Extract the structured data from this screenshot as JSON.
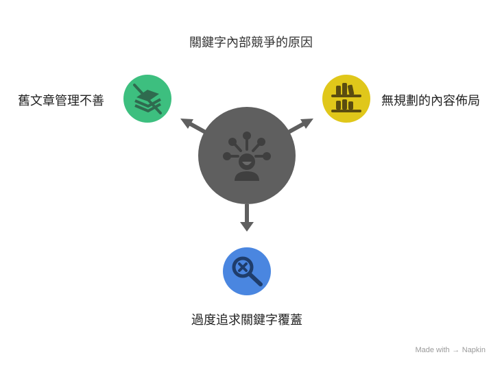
{
  "title": "關鍵字內部競爭的原因",
  "causes": {
    "left": "舊文章管理不善",
    "right": "無規劃的內容佈局",
    "bottom": "過度追求關鍵字覆蓋"
  },
  "footer": {
    "made_with": "Made with",
    "brand": "Napkin"
  },
  "icons": {
    "hub": "people-network-icon",
    "left": "books-crossed-out-icon",
    "right": "bookshelf-icon",
    "bottom": "magnifier-x-icon"
  },
  "colors": {
    "hub": "#5f5f5f",
    "left": "#3dbf7f",
    "right": "#e0c71a",
    "bottom": "#4a86e0"
  }
}
